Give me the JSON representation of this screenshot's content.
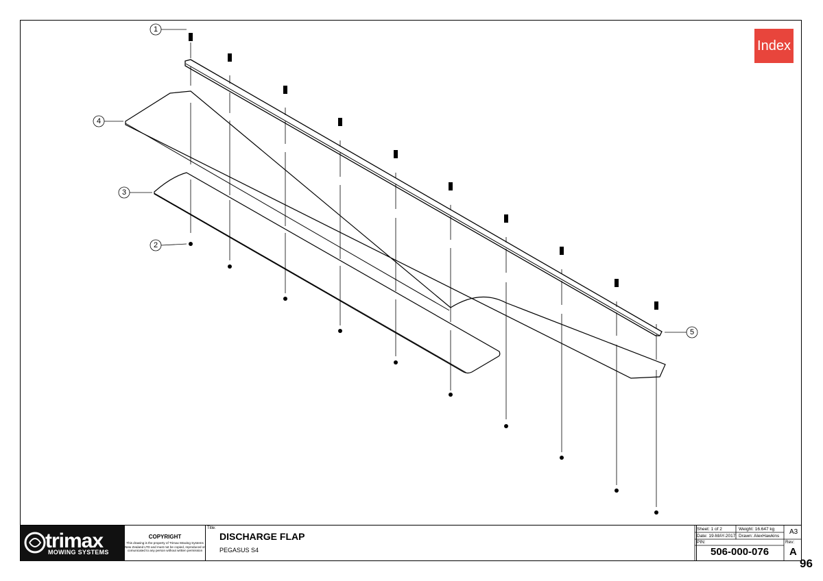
{
  "index_button": {
    "label": "Index"
  },
  "callouts": [
    "1",
    "2",
    "3",
    "4",
    "5"
  ],
  "title_block": {
    "logo": {
      "word": "trimax",
      "subtitle": "MOWING SYSTEMS"
    },
    "copyright": {
      "heading": "COPYRIGHT",
      "text": "This drawing is the property of Trimax Mowing Systems New Zealand LTD and must not be copied, reproduced or comunicated to any person without written permission"
    },
    "title_label": "Title:",
    "title": "DISCHARGE FLAP",
    "subtitle": "PEGASUS S4",
    "sheet": "Sheet: 1 of 2",
    "weight": "Weight: 16.647 kg",
    "paper_size": "A3",
    "date": "Date: 19-MAY-2017",
    "drawn": "Drawn: AlexHawkins",
    "pin_label": "PIN:",
    "rev_label": "Rev:",
    "pin": "506-000-076",
    "rev": "A"
  },
  "page_number": "96"
}
